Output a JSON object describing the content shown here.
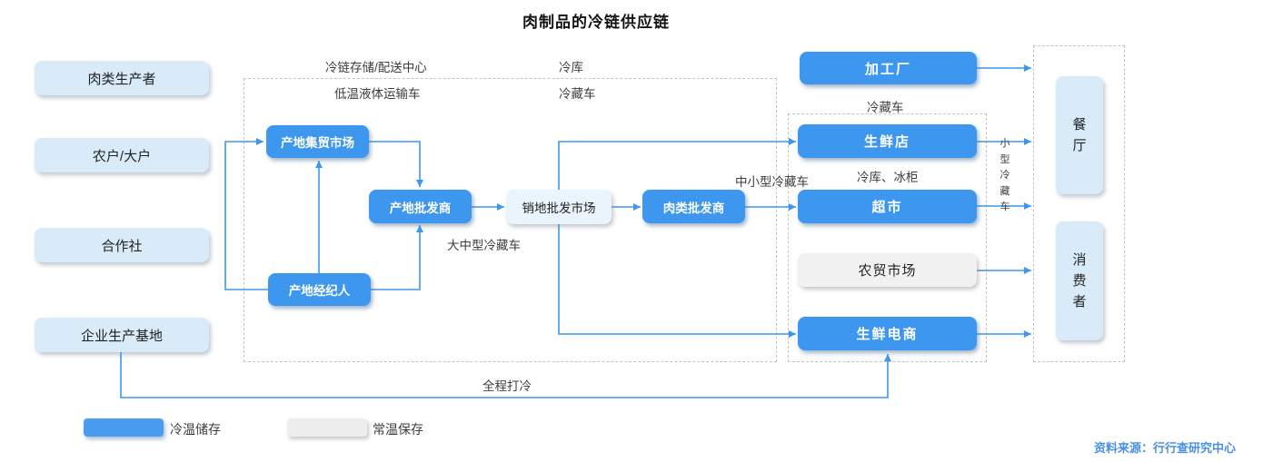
{
  "title": "肉制品的冷链供应链",
  "source": "资料来源：行行查研究中心",
  "colors": {
    "node_blue": "#3e97ef",
    "node_light_blue": "#d9eaf8",
    "node_lighter_blue": "#eaf4fd",
    "node_gray": "#f1f1f1",
    "wire_blue": "#3e97ef"
  },
  "producers": {
    "meat_producer": "肉类生产者",
    "farmers": "农户/大户",
    "cooperative": "合作社",
    "enterprise_base": "企业生产基地"
  },
  "origin_cluster": {
    "label_cold_chain_center": "冷链存储/配送中心",
    "label_low_temp_truck": "低温液体运输车",
    "label_cold_storage": "冷库",
    "label_reefer_truck": "冷藏车",
    "origin_market": "产地集贸市场",
    "origin_wholesaler": "产地批发商",
    "origin_broker": "产地经纪人"
  },
  "mid_chain": {
    "sales_market": "销地批发市场",
    "meat_wholesaler": "肉类批发商",
    "label_large_mid_truck": "大中型冷藏车",
    "label_mid_small_truck": "中小型冷藏车"
  },
  "retail_cluster": {
    "label_reefer_truck": "冷藏车",
    "processing_plant": "加工厂",
    "fresh_store": "生鲜店",
    "label_cold_cabinet": "冷库、冰柜",
    "supermarket": "超市",
    "farmers_market": "农贸市场",
    "fresh_ecommerce": "生鲜电商"
  },
  "consumer_cluster": {
    "label_small_truck": "小型冷藏车",
    "restaurant": "餐厅",
    "consumer": "消费者"
  },
  "bottom": {
    "label_full_cold": "全程打冷"
  },
  "legend": {
    "cold_storage": "冷温储存",
    "ambient_storage": "常温保存"
  }
}
